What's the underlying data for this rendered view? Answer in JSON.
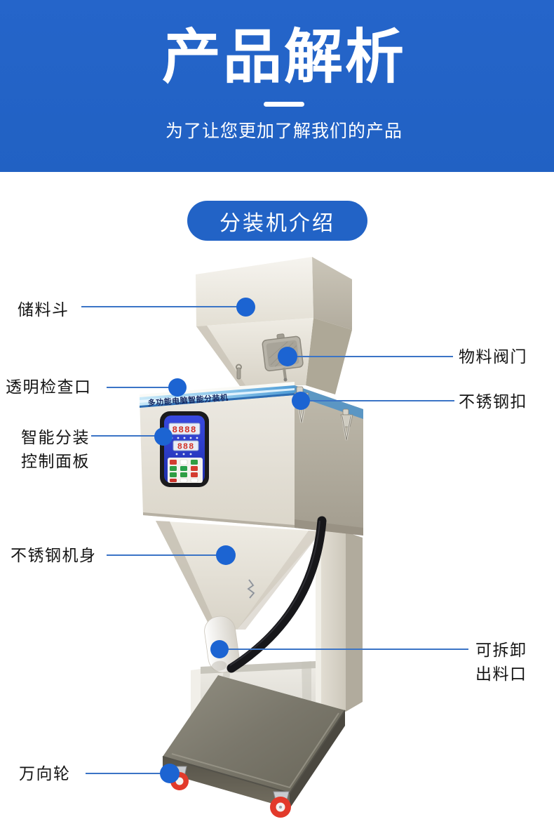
{
  "header": {
    "title": "产品解析",
    "subtitle": "为了让您更加了解我们的产品"
  },
  "section_badge": {
    "label": "分装机介绍"
  },
  "machine": {
    "brand_strip_text": "多功能电脑智能分装机",
    "display_primary": "8888",
    "display_secondary": "888"
  },
  "callouts": [
    {
      "id": "storage-hopper",
      "text": "储料斗",
      "side": "left"
    },
    {
      "id": "material-valve",
      "text": "物料阀门",
      "side": "right"
    },
    {
      "id": "inspection-window",
      "text": "透明检查口",
      "side": "left"
    },
    {
      "id": "steel-buckle",
      "text": "不锈钢扣",
      "side": "right"
    },
    {
      "id": "smart-panel",
      "text": "智能分装\n控制面板",
      "side": "left"
    },
    {
      "id": "steel-body",
      "text": "不锈钢机身",
      "side": "left"
    },
    {
      "id": "detachable-outlet",
      "text": "可拆卸\n出料口",
      "side": "right"
    },
    {
      "id": "caster-wheel",
      "text": "万向轮",
      "side": "left"
    }
  ],
  "colors": {
    "banner_blue": "#2263c6",
    "callout_line_blue": "#3b74c6",
    "callout_dot_blue": "#1c64d2",
    "panel_blue": "#2a3ed0",
    "digit_red": "#d23227",
    "wheel_red": "#e23a2b",
    "steel_beige": "#e9e6de"
  }
}
